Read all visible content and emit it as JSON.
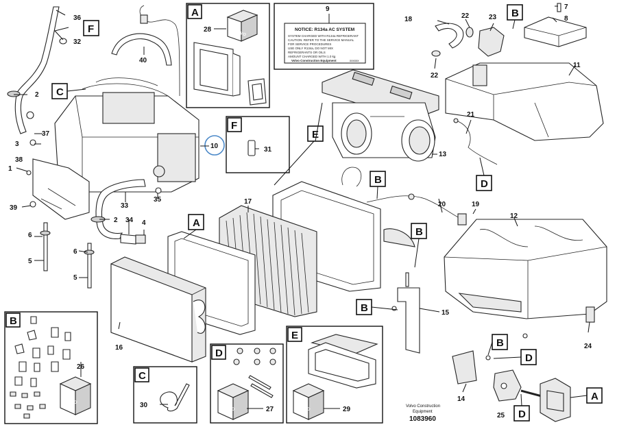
{
  "diagram": {
    "callouts": [
      "1",
      "2",
      "3",
      "4",
      "5",
      "6",
      "7",
      "8",
      "9",
      "10",
      "11",
      "12",
      "13",
      "14",
      "15",
      "16",
      "17",
      "18",
      "19",
      "20",
      "21",
      "22",
      "23",
      "24",
      "25",
      "26",
      "27",
      "28",
      "29",
      "30",
      "31",
      "32",
      "33",
      "34",
      "35",
      "36",
      "37",
      "38",
      "39",
      "40"
    ],
    "letters": {
      "a": "A",
      "b": "B",
      "c": "C",
      "d": "D",
      "e": "E",
      "f": "F"
    },
    "notice": {
      "title": "NOTICE: R134a AC SYSTEM",
      "lines": [
        "SYSTEM CHARGED WITH R134a REFRIGERANT",
        "CAUTION: REFER TO THE SERVICE MANUAL",
        "FOR SERVICE PROCEDURES",
        "USE ONLY R134a, DO NOT MIX",
        "REFRIGERANTS OR OILS",
        "AMOUNT CHARGED WITH 1.0 kg"
      ],
      "maker": "Volvo Construction Equipment",
      "code": "xxxxxx"
    },
    "brand": "VOLVO",
    "footer": {
      "maker_line1": "Volvo Construction",
      "maker_line2": "Equipment",
      "drawing_id": "1083960"
    }
  }
}
